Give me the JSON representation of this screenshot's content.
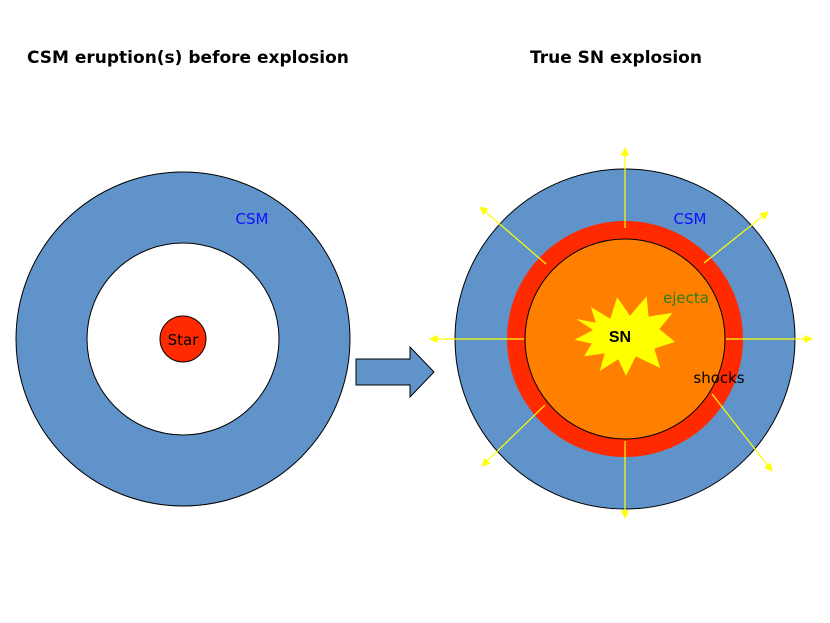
{
  "panels": {
    "left": {
      "title": "CSM eruption(s) before explosion"
    },
    "right": {
      "title": "True SN explosion"
    }
  },
  "labels": {
    "left_csm": "CSM",
    "star": "Star",
    "right_csm": "CSM",
    "ejecta": "ejecta",
    "sn": "SN",
    "shocks": "shocks"
  },
  "colors": {
    "csm": "#5f93c9",
    "star": "#ff2a00",
    "shock_ring": "#ff2a00",
    "ejecta": "#ff7f00",
    "sn_burst": "#ffff00",
    "arrows": "#ffff00",
    "csm_label": "#1010ff",
    "ejecta_label": "#2e7d1a"
  }
}
